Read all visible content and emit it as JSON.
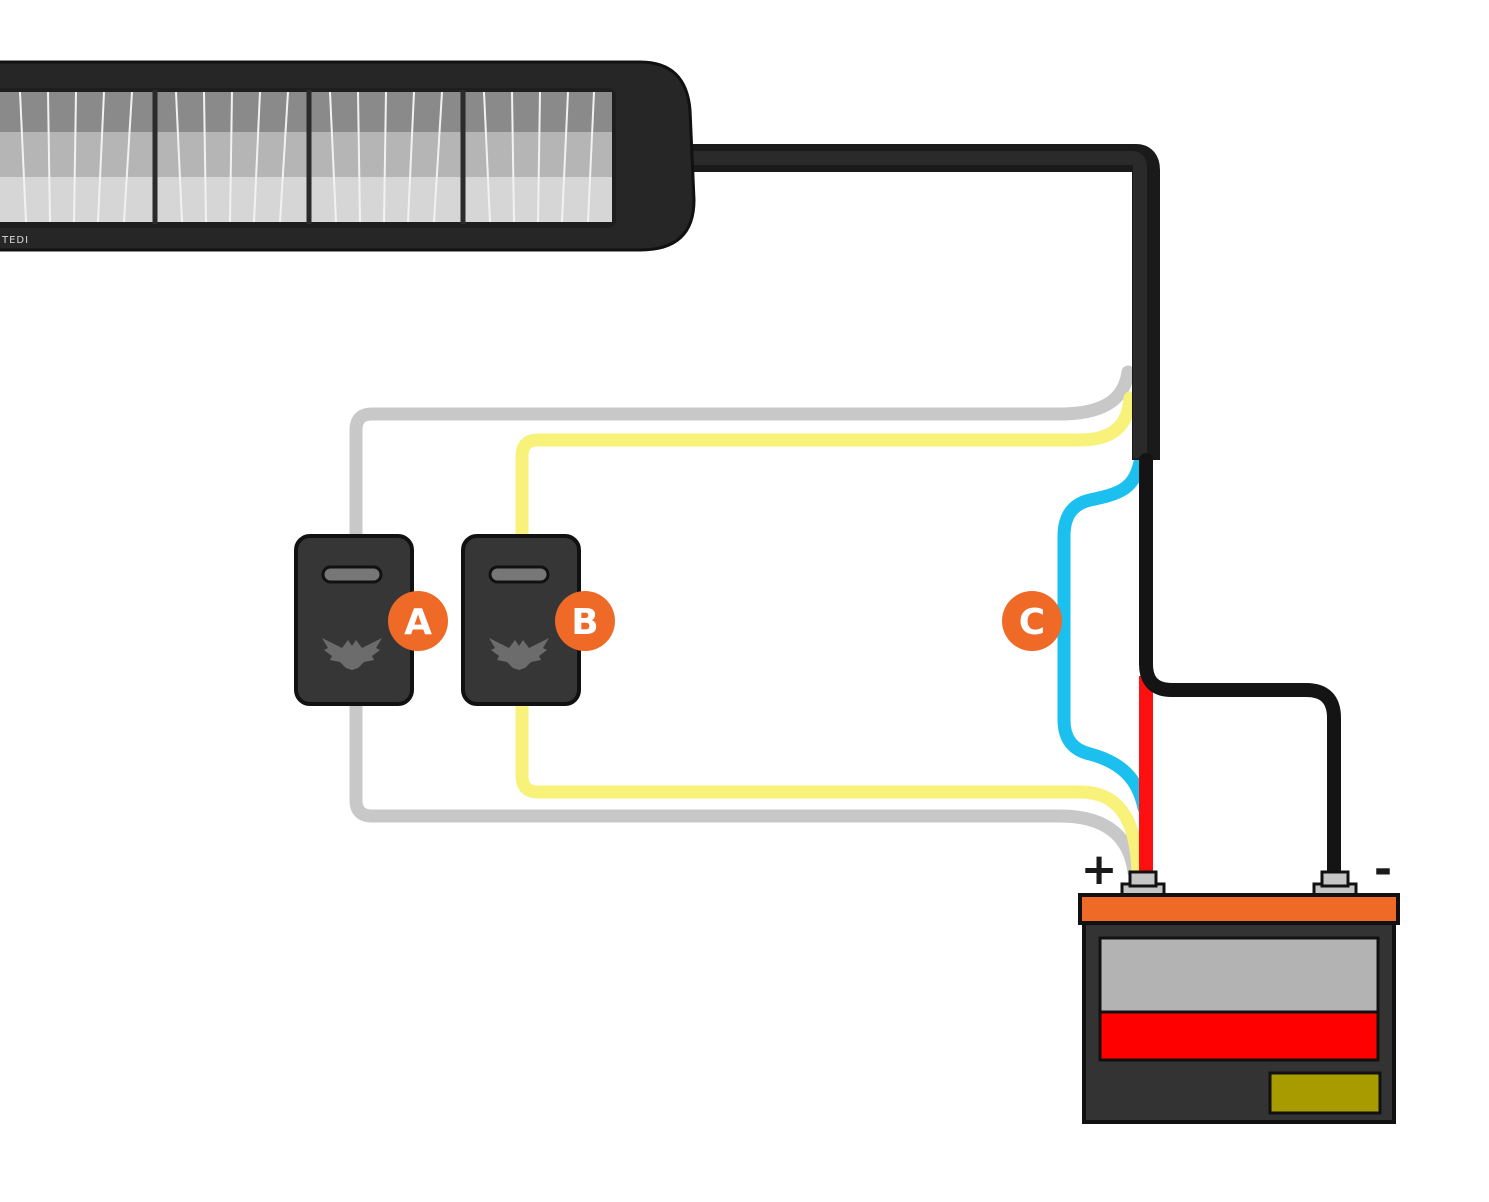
{
  "light_bar": {
    "brand": "TEDI"
  },
  "switches": [
    {
      "label": "A"
    },
    {
      "label": "B"
    }
  ],
  "connector_label": "C",
  "battery": {
    "positive_symbol": "+",
    "negative_symbol": "-"
  },
  "colors": {
    "badge": "#ee6a26",
    "wire_gray": "#c8c8c8",
    "wire_yellow": "#f8f27a",
    "wire_blue": "#1cc0ee",
    "wire_red": "#ff1010",
    "wire_black": "#141414",
    "battery_top": "#ee6a26",
    "battery_body": "#333333",
    "battery_gray": "#b3b3b3",
    "battery_red": "#ff0000",
    "battery_olive": "#a89b00"
  }
}
